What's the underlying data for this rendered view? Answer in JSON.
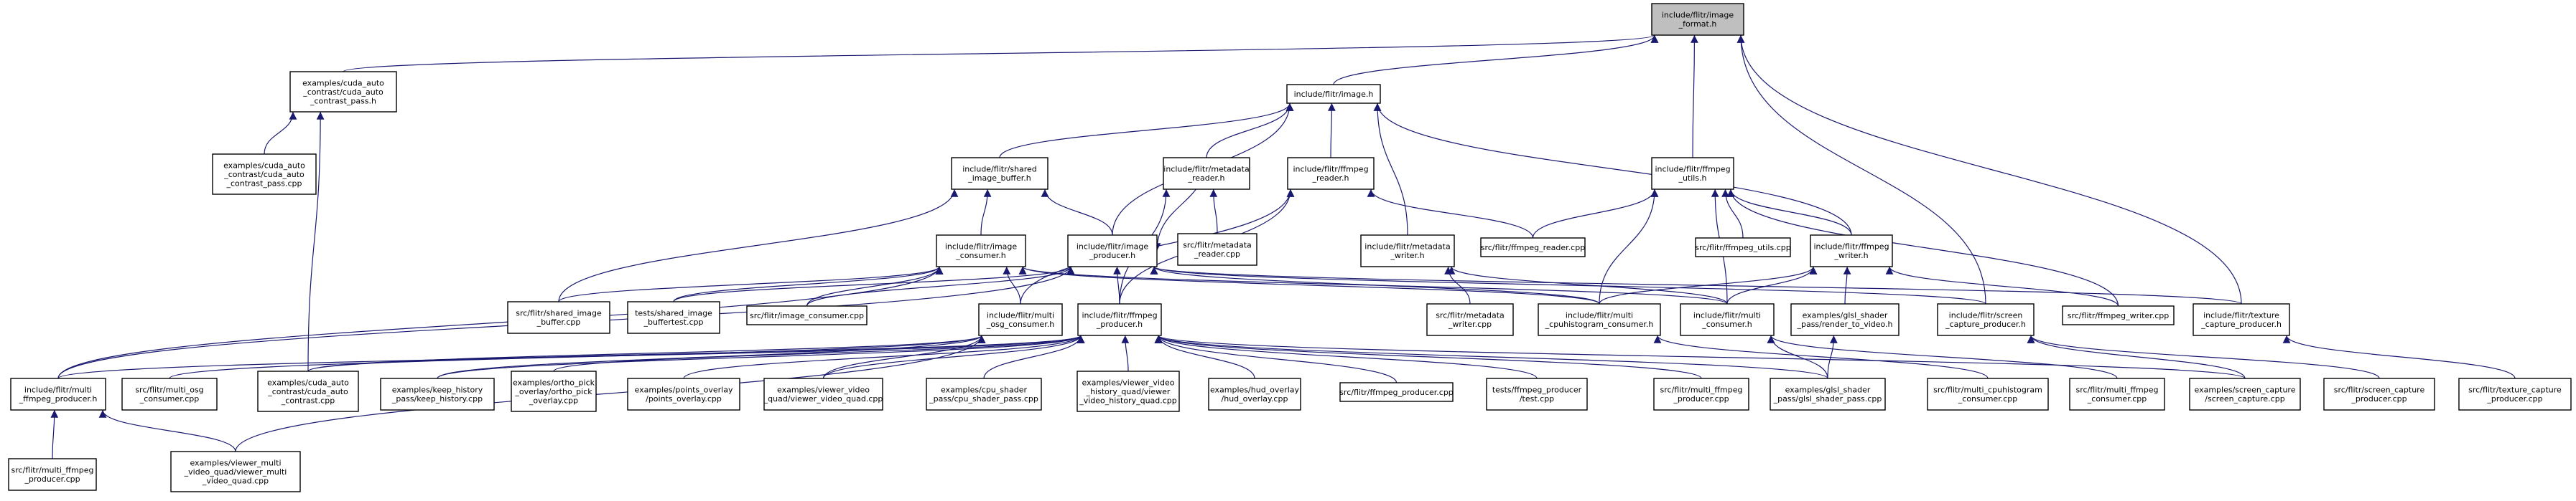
{
  "graph": {
    "nodes": [
      {
        "id": "image_format",
        "lines": [
          "include/flitr/image",
          "_format.h"
        ],
        "root": true
      },
      {
        "id": "image_h",
        "lines": [
          "include/flitr/image.h"
        ]
      },
      {
        "id": "cuda_h",
        "lines": [
          "examples/cuda_auto",
          "_contrast/cuda_auto",
          "_contrast_pass.h"
        ]
      },
      {
        "id": "cuda_pass_cpp",
        "lines": [
          "examples/cuda_auto",
          "_contrast/cuda_auto",
          "_contrast_pass.cpp"
        ]
      },
      {
        "id": "shared_buf_h",
        "lines": [
          "include/flitr/shared",
          "_image_buffer.h"
        ]
      },
      {
        "id": "md_reader_h",
        "lines": [
          "include/flitr/metadata",
          "_reader.h"
        ]
      },
      {
        "id": "ffr_h",
        "lines": [
          "include/flitr/ffmpeg",
          "_reader.h"
        ]
      },
      {
        "id": "ffu_h",
        "lines": [
          "include/flitr/ffmpeg",
          "_utils.h"
        ]
      },
      {
        "id": "img_cons_h",
        "lines": [
          "include/flitr/image",
          "_consumer.h"
        ]
      },
      {
        "id": "img_prod_h",
        "lines": [
          "include/flitr/image",
          "_producer.h"
        ]
      },
      {
        "id": "md_reader_cpp",
        "lines": [
          "src/flitr/metadata",
          "_reader.cpp"
        ]
      },
      {
        "id": "md_writer_h",
        "lines": [
          "include/flitr/metadata",
          "_writer.h"
        ]
      },
      {
        "id": "ffr_cpp",
        "lines": [
          "src/flitr/ffmpeg_reader.cpp"
        ]
      },
      {
        "id": "ffu_cpp",
        "lines": [
          "src/flitr/ffmpeg_utils.cpp"
        ]
      },
      {
        "id": "ffw_h",
        "lines": [
          "include/flitr/ffmpeg",
          "_writer.h"
        ]
      },
      {
        "id": "multi_osg_h",
        "lines": [
          "include/flitr/multi",
          "_osg_consumer.h"
        ]
      },
      {
        "id": "ffp_h",
        "lines": [
          "include/flitr/ffmpeg",
          "_producer.h"
        ]
      },
      {
        "id": "mfp_h",
        "lines": [
          "include/flitr/multi",
          "_ffmpeg_producer.h"
        ]
      },
      {
        "id": "shared_buf_cpp",
        "lines": [
          "src/flitr/shared_image",
          "_buffer.cpp"
        ]
      },
      {
        "id": "shared_test",
        "lines": [
          "tests/shared_image",
          "_buffertest.cpp"
        ]
      },
      {
        "id": "img_cons_cpp",
        "lines": [
          "src/flitr/image_consumer.cpp"
        ]
      },
      {
        "id": "md_writer_cpp",
        "lines": [
          "src/flitr/metadata",
          "_writer.cpp"
        ]
      },
      {
        "id": "multi_cpuhist_h",
        "lines": [
          "include/flitr/multi",
          "_cpuhistogram_consumer.h"
        ]
      },
      {
        "id": "mcons_h",
        "lines": [
          "include/flitr/multi",
          "_consumer.h"
        ]
      },
      {
        "id": "glsl_rtv_h",
        "lines": [
          "examples/glsl_shader",
          "_pass/render_to_video.h"
        ]
      },
      {
        "id": "screen_h",
        "lines": [
          "include/flitr/screen",
          "_capture_producer.h"
        ]
      },
      {
        "id": "ffw_cpp",
        "lines": [
          "src/flitr/ffmpeg_writer.cpp"
        ]
      },
      {
        "id": "tex_h",
        "lines": [
          "include/flitr/texture",
          "_capture_producer.h"
        ]
      },
      {
        "id": "multi_osg_cpp",
        "lines": [
          "src/flitr/multi_osg",
          "_consumer.cpp"
        ]
      },
      {
        "id": "cuda_cpp",
        "lines": [
          "examples/cuda_auto",
          "_contrast/cuda_auto",
          "_contrast.cpp"
        ]
      },
      {
        "id": "keep_cpp",
        "lines": [
          "examples/keep_history",
          "_pass/keep_history.cpp"
        ]
      },
      {
        "id": "ortho_cpp",
        "lines": [
          "examples/ortho_pick",
          "_overlay/ortho_pick",
          "_overlay.cpp"
        ]
      },
      {
        "id": "points_cpp",
        "lines": [
          "examples/points_overlay",
          "/points_overlay.cpp"
        ]
      },
      {
        "id": "vvq_cpp",
        "lines": [
          "examples/viewer_video",
          "_quad/viewer_video_quad.cpp"
        ]
      },
      {
        "id": "cpu_shader_cpp",
        "lines": [
          "examples/cpu_shader",
          "_pass/cpu_shader_pass.cpp"
        ]
      },
      {
        "id": "vvhq_cpp",
        "lines": [
          "examples/viewer_video",
          "_history_quad/viewer",
          "_video_history_quad.cpp"
        ]
      },
      {
        "id": "hud_cpp",
        "lines": [
          "examples/hud_overlay",
          "/hud_overlay.cpp"
        ]
      },
      {
        "id": "ffp_cpp",
        "lines": [
          "src/flitr/ffmpeg_producer.cpp"
        ]
      },
      {
        "id": "ffp_test",
        "lines": [
          "tests/ffmpeg_producer",
          "/test.cpp"
        ]
      },
      {
        "id": "mfp_cpp",
        "lines": [
          "src/flitr/multi_ffmpeg",
          "_producer.cpp"
        ]
      },
      {
        "id": "glsl_cpp",
        "lines": [
          "examples/glsl_shader",
          "_pass/glsl_shader_pass.cpp"
        ]
      },
      {
        "id": "mcpuhist_cpp",
        "lines": [
          "src/flitr/multi_cpuhistogram",
          "_consumer.cpp"
        ]
      },
      {
        "id": "mffc_cpp",
        "lines": [
          "src/flitr/multi_ffmpeg",
          "_consumer.cpp"
        ]
      },
      {
        "id": "screen_ex_cpp",
        "lines": [
          "examples/screen_capture",
          "/screen_capture.cpp"
        ]
      },
      {
        "id": "screen_cpp",
        "lines": [
          "src/flitr/screen_capture",
          "_producer.cpp"
        ]
      },
      {
        "id": "tex_cpp",
        "lines": [
          "src/flitr/texture_capture",
          "_producer.cpp"
        ]
      },
      {
        "id": "mfp_cpp2",
        "lines": [
          "src/flitr/multi_ffmpeg",
          "_producer.cpp"
        ]
      },
      {
        "id": "vmvq_cpp",
        "lines": [
          "examples/viewer_multi",
          "_video_quad/viewer_multi",
          "_video_quad.cpp"
        ]
      }
    ],
    "edges": [
      [
        "image_h",
        "image_format"
      ],
      [
        "cuda_h",
        "image_format"
      ],
      [
        "ffu_h",
        "image_format"
      ],
      [
        "screen_h",
        "image_format"
      ],
      [
        "tex_h",
        "image_format"
      ],
      [
        "cuda_pass_cpp",
        "cuda_h"
      ],
      [
        "cuda_cpp",
        "cuda_h"
      ],
      [
        "shared_buf_h",
        "image_h"
      ],
      [
        "md_reader_h",
        "image_h"
      ],
      [
        "ffr_h",
        "image_h"
      ],
      [
        "img_prod_h",
        "image_h"
      ],
      [
        "md_writer_h",
        "image_h"
      ],
      [
        "ffw_h",
        "image_h"
      ],
      [
        "md_reader_cpp",
        "md_reader_h"
      ],
      [
        "ffp_h",
        "md_reader_h"
      ],
      [
        "ffr_cpp",
        "ffr_h"
      ],
      [
        "ffp_h",
        "ffr_h"
      ],
      [
        "multi_osg_h",
        "ffr_h"
      ],
      [
        "ffr_cpp",
        "ffu_h"
      ],
      [
        "ffu_cpp",
        "ffu_h"
      ],
      [
        "ffw_h",
        "ffu_h"
      ],
      [
        "mcons_h",
        "ffu_h"
      ],
      [
        "ffw_cpp",
        "ffu_h"
      ],
      [
        "multi_cpuhist_h",
        "ffu_h"
      ],
      [
        "img_cons_h",
        "shared_buf_h"
      ],
      [
        "img_prod_h",
        "shared_buf_h"
      ],
      [
        "shared_buf_cpp",
        "shared_buf_h"
      ],
      [
        "shared_buf_cpp",
        "img_cons_h"
      ],
      [
        "shared_test",
        "img_cons_h"
      ],
      [
        "img_cons_cpp",
        "img_cons_h"
      ],
      [
        "multi_osg_h",
        "img_cons_h"
      ],
      [
        "mfp_h",
        "img_cons_h"
      ],
      [
        "multi_cpuhist_h",
        "img_cons_h"
      ],
      [
        "mcons_h",
        "img_cons_h"
      ],
      [
        "ffp_h",
        "img_prod_h"
      ],
      [
        "shared_test",
        "img_prod_h"
      ],
      [
        "img_cons_cpp",
        "img_prod_h"
      ],
      [
        "mfp_h",
        "img_prod_h"
      ],
      [
        "screen_h",
        "img_prod_h"
      ],
      [
        "tex_h",
        "img_prod_h"
      ],
      [
        "multi_cpuhist_h",
        "img_prod_h"
      ],
      [
        "md_reader_h",
        "img_prod_h"
      ],
      [
        "md_writer_cpp",
        "md_writer_h"
      ],
      [
        "mcons_h",
        "md_writer_h"
      ],
      [
        "ffw_cpp",
        "ffw_h"
      ],
      [
        "mcons_h",
        "ffw_h"
      ],
      [
        "glsl_rtv_h",
        "ffw_h"
      ],
      [
        "multi_cpuhist_h",
        "ffw_h"
      ],
      [
        "mfp_h",
        "ffp_h"
      ],
      [
        "ffp_cpp",
        "ffp_h"
      ],
      [
        "ffp_test",
        "ffp_h"
      ],
      [
        "keep_cpp",
        "ffp_h"
      ],
      [
        "ortho_cpp",
        "ffp_h"
      ],
      [
        "points_cpp",
        "ffp_h"
      ],
      [
        "vvq_cpp",
        "ffp_h"
      ],
      [
        "cpu_shader_cpp",
        "ffp_h"
      ],
      [
        "vvhq_cpp",
        "ffp_h"
      ],
      [
        "hud_cpp",
        "ffp_h"
      ],
      [
        "glsl_cpp",
        "ffp_h"
      ],
      [
        "cuda_cpp",
        "ffp_h"
      ],
      [
        "multi_osg_cpp",
        "multi_osg_h"
      ],
      [
        "vmvq_cpp",
        "multi_osg_h"
      ],
      [
        "vvq_cpp",
        "multi_osg_h"
      ],
      [
        "keep_cpp",
        "multi_osg_h"
      ],
      [
        "cuda_cpp",
        "multi_osg_h"
      ],
      [
        "mcpuhist_cpp",
        "multi_cpuhist_h"
      ],
      [
        "mffc_cpp",
        "mcons_h"
      ],
      [
        "glsl_cpp",
        "mcons_h"
      ],
      [
        "glsl_cpp",
        "glsl_rtv_h"
      ],
      [
        "screen_cpp",
        "screen_h"
      ],
      [
        "screen_ex_cpp",
        "screen_h"
      ],
      [
        "tex_cpp",
        "tex_h"
      ],
      [
        "mfp_cpp2",
        "mfp_h"
      ],
      [
        "vmvq_cpp",
        "mfp_h"
      ],
      [
        "mfp_cpp",
        "ffp_h"
      ],
      [
        "screen_ex_cpp",
        "ffp_h"
      ]
    ]
  }
}
